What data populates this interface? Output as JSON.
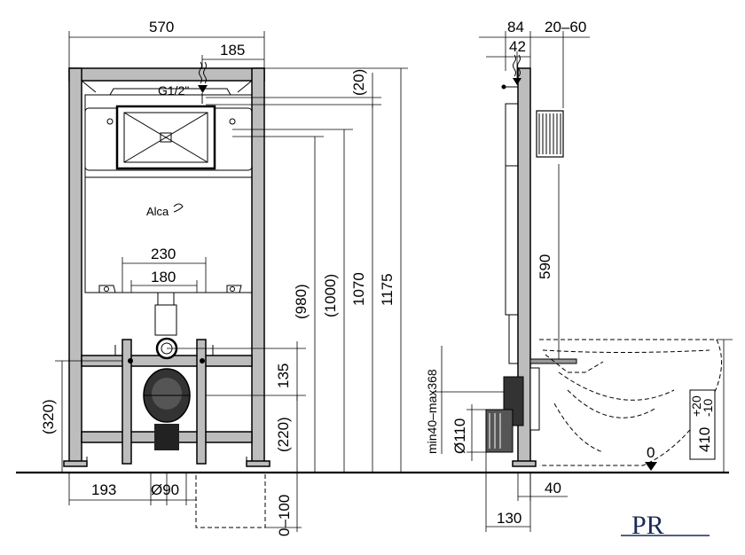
{
  "dimensions": {
    "front_width": "570",
    "inlet_offset": "185",
    "inlet_thread": "G1/2\"",
    "top_offset": "(20)",
    "button_height": "(980)",
    "tank_height": "(1000)",
    "frame_to_top": "1070",
    "total_height": "1175",
    "bracket_width": "230",
    "bracket_inner": "180",
    "fix_height": "135",
    "waste_height": "(220)",
    "left_height": "(320)",
    "left_offset": "193",
    "waste_diameter": "Ø90",
    "floor_range": "0–100",
    "side_depth": "84",
    "side_wall": "20–60",
    "side_pipe": "42",
    "side_590": "590",
    "side_min_max": "min40–max368",
    "side_outlet": "Ø110",
    "side_40": "40",
    "side_130": "130",
    "bowl_height": "410",
    "bowl_tol_plus": "+20",
    "bowl_tol_minus": "-10",
    "floor_zero": "0"
  },
  "brand": "Alca",
  "watermark": "PR"
}
